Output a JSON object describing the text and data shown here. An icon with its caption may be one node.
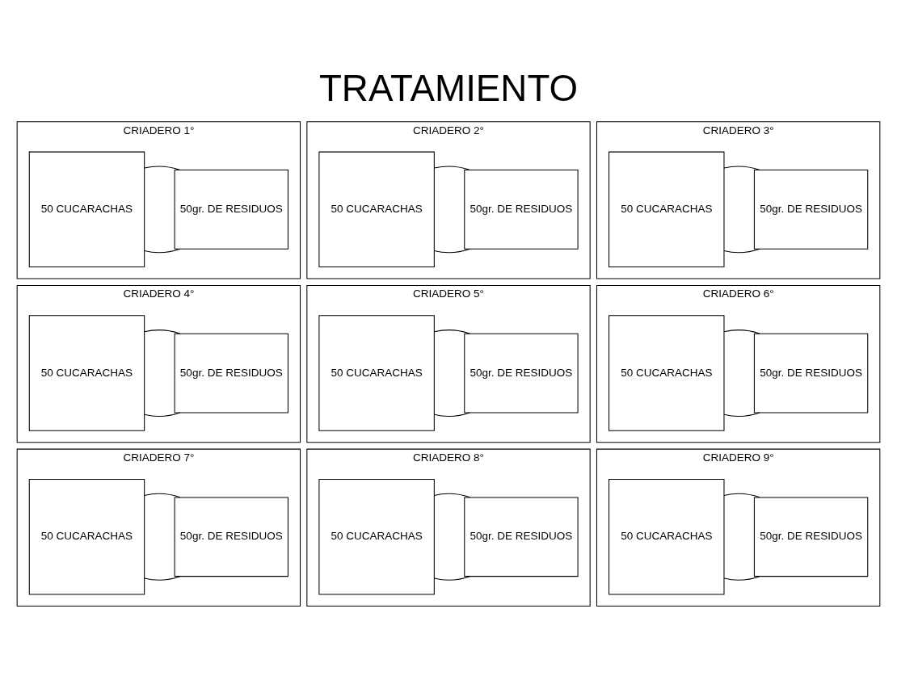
{
  "diagram": {
    "title": "TRATAMIENTO",
    "nodes": [
      {
        "text": [
          "CRIADERO 1°"
        ]
      },
      {
        "text": [
          "50 CUCARACHAS"
        ],
        "in": 0
      },
      {
        "text": [
          "50gr. DE RESIDUOS"
        ],
        "in": 0
      },
      {
        "text": [
          "CRIADERO 2°"
        ]
      },
      {
        "text": [
          "50 CUCARACHAS"
        ],
        "in": 3
      },
      {
        "text": [
          "50gr. DE RESIDUOS"
        ],
        "in": 3
      },
      {
        "text": [
          "CRIADERO 3°"
        ]
      },
      {
        "text": [
          "50 CUCARACHAS"
        ],
        "in": 6
      },
      {
        "text": [
          "50gr. DE RESIDUOS"
        ],
        "in": 6
      },
      {
        "text": [
          "CRIADERO 4°"
        ]
      },
      {
        "text": [
          "50 CUCARACHAS"
        ],
        "in": 9
      },
      {
        "text": [
          "50gr. DE RESIDUOS"
        ],
        "in": 9
      },
      {
        "text": [
          "CRIADERO 5°"
        ]
      },
      {
        "text": [
          "50 CUCARACHAS"
        ],
        "in": 12
      },
      {
        "text": [
          "50gr. DE RESIDUOS"
        ],
        "in": 12
      },
      {
        "text": [
          "CRIADERO 6°"
        ]
      },
      {
        "text": [
          "50 CUCARACHAS"
        ],
        "in": 15
      },
      {
        "text": [
          "50gr. DE RESIDUOS"
        ],
        "in": 15
      },
      {
        "text": [
          "CRIADERO 7°"
        ]
      },
      {
        "text": [
          "50 CUCARACHAS"
        ],
        "in": 18
      },
      {
        "text": [
          "50gr. DE RESIDUOS"
        ],
        "in": 18
      },
      {
        "text": [
          "CRIADERO 8°"
        ]
      },
      {
        "text": [
          "50 CUCARACHAS"
        ],
        "in": 21
      },
      {
        "text": [
          "50gr. DE RESIDUOS"
        ],
        "in": 21
      },
      {
        "text": [
          "CRIADERO 9°"
        ]
      },
      {
        "text": [
          "50 CUCARACHAS"
        ],
        "in": 24
      },
      {
        "text": [
          "50gr. DE RESIDUOS"
        ],
        "in": 24
      }
    ],
    "edges": [
      {
        "from": 1,
        "to": 2,
        "arrow": "none"
      },
      {
        "from": 1,
        "to": 2,
        "arrow": "none"
      },
      {
        "from": 4,
        "to": 5,
        "arrow": "none"
      },
      {
        "from": 4,
        "to": 5,
        "arrow": "none"
      },
      {
        "from": 7,
        "to": 8,
        "arrow": "none"
      },
      {
        "from": 7,
        "to": 8,
        "arrow": "none"
      },
      {
        "from": 10,
        "to": 11,
        "arrow": "none"
      },
      {
        "from": 10,
        "to": 11,
        "arrow": "none"
      },
      {
        "from": 13,
        "to": 14,
        "arrow": "none"
      },
      {
        "from": 13,
        "to": 14,
        "arrow": "none"
      },
      {
        "from": 16,
        "to": 17,
        "arrow": "none"
      },
      {
        "from": 16,
        "to": 17,
        "arrow": "none"
      },
      {
        "from": 19,
        "to": 20,
        "arrow": "none"
      },
      {
        "from": 19,
        "to": 20,
        "arrow": "none"
      },
      {
        "from": 22,
        "to": 23,
        "arrow": "none"
      },
      {
        "from": 22,
        "to": 23,
        "arrow": "none"
      },
      {
        "from": 25,
        "to": 26,
        "arrow": "none"
      },
      {
        "from": 25,
        "to": 26,
        "arrow": "none"
      }
    ]
  }
}
